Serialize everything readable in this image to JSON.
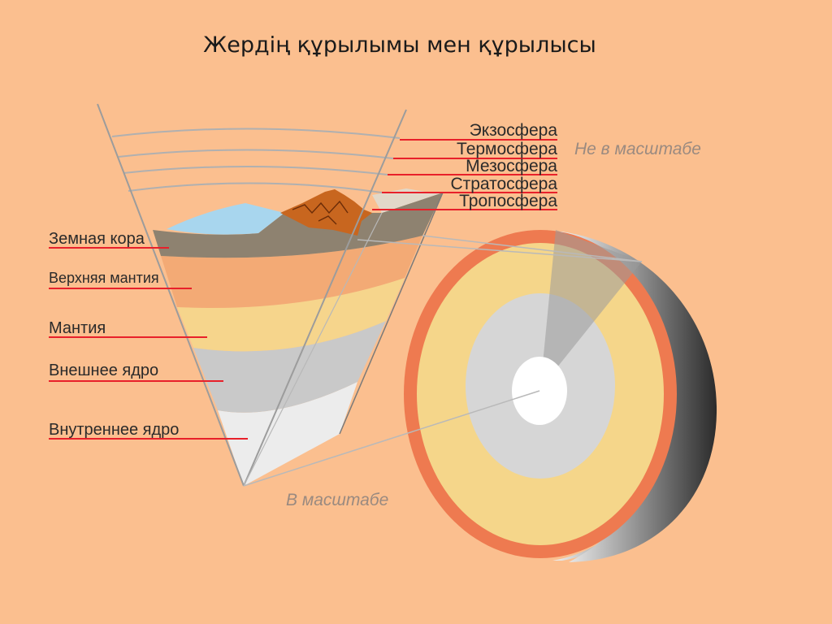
{
  "title": "Жердің құрылымы мен  құрылысы",
  "left_labels": [
    {
      "id": "crust",
      "text": "Земная кора"
    },
    {
      "id": "upper-mantle",
      "text": "Верхняя мантия"
    },
    {
      "id": "mantle",
      "text": "Мантия"
    },
    {
      "id": "outer-core",
      "text": "Внешнее ядро"
    },
    {
      "id": "inner-core",
      "text": "Внутреннее ядро"
    }
  ],
  "atmosphere_labels": [
    {
      "id": "exosphere",
      "text": "Экзосфера"
    },
    {
      "id": "thermosphere",
      "text": "Термосфера"
    },
    {
      "id": "mesosphere",
      "text": "Мезосфера"
    },
    {
      "id": "stratosphere",
      "text": "Стратосфера"
    },
    {
      "id": "troposphere",
      "text": "Тропосфера"
    }
  ],
  "not_to_scale": "Не в масштабе",
  "to_scale": "В масштабе",
  "colors": {
    "background": "#FBBF8F",
    "leader_line": "#E8202A",
    "crust": "#8E8270",
    "upper_mantle": "#F3AA75",
    "mantle": "#F6D58C",
    "outer_core": "#C9C9C9",
    "inner_core": "#ECECEC",
    "ocean": "#A8D6EE",
    "mountain": "#C8661F",
    "sphere_rim": "#EE7A50",
    "sphere_mantle": "#F5D68A",
    "sphere_outer_core": "#D6D6D6",
    "sphere_inner_core": "#FFFFFF"
  }
}
